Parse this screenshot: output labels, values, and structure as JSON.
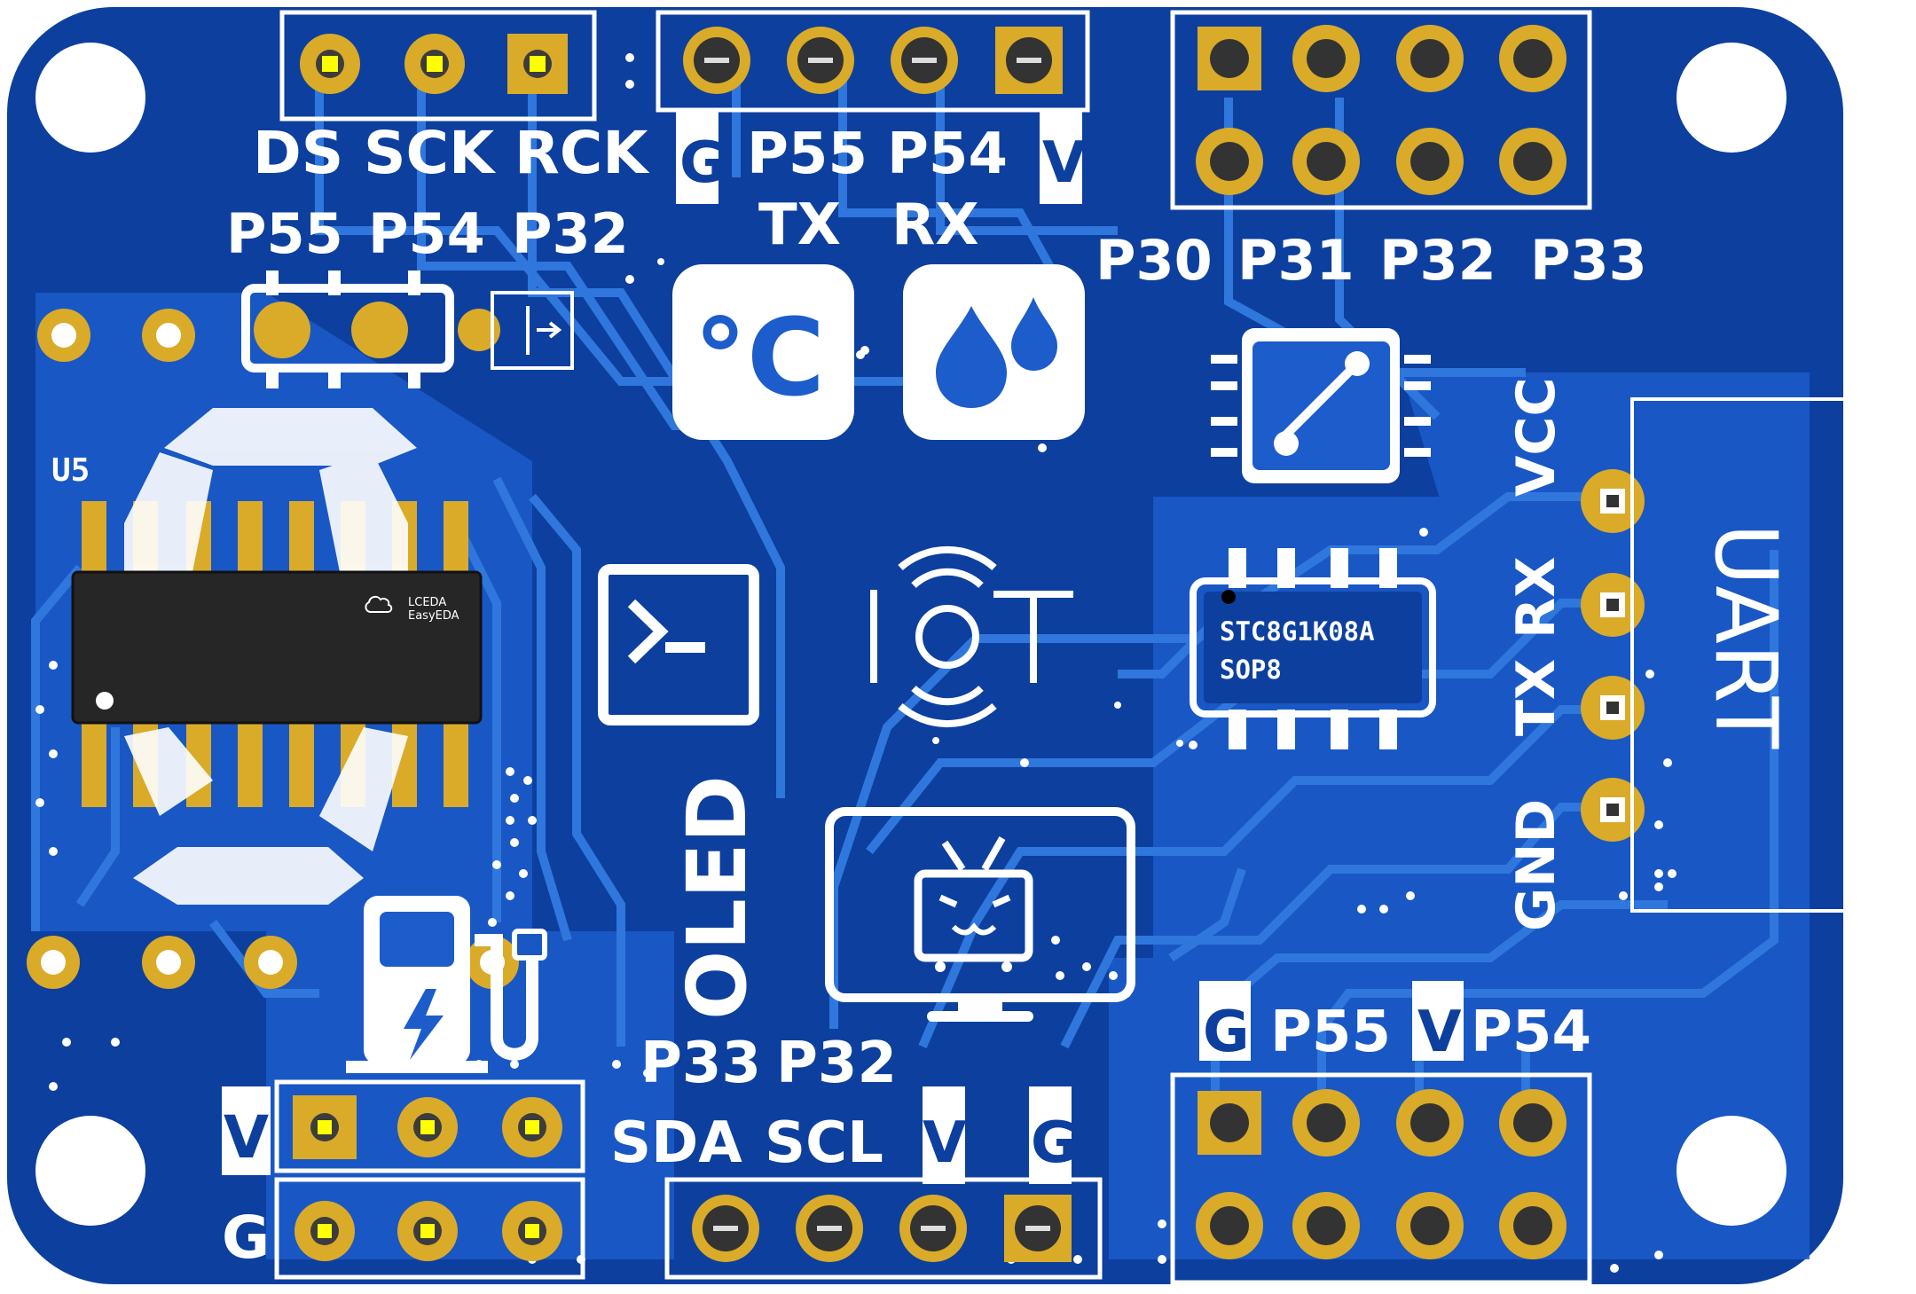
{
  "board": {
    "colors": {
      "board": "#0d3f9e",
      "copper": "#1c62cf",
      "trace": "#2a72d8",
      "pad": "#d9ab29",
      "silk": "#ffffff",
      "chip": "#262626"
    },
    "designator_u5": "U5",
    "logo_line1": "LCEDA",
    "logo_line2": "EasyEDA"
  },
  "header_595": {
    "labels": [
      "DS",
      "SCK",
      "RCK"
    ],
    "pins": [
      "P55",
      "P54",
      "P32"
    ]
  },
  "header_uart_top": {
    "labels": [
      "G",
      "P55",
      "P54",
      "V"
    ],
    "sublabels": [
      "TX",
      "RX"
    ]
  },
  "header_gpio_top": {
    "labels": [
      "P30",
      "P31",
      "P32",
      "P33"
    ]
  },
  "uart": {
    "title": "UART",
    "pins": [
      "GND",
      "TX",
      "RX",
      "VCC"
    ]
  },
  "mcu": {
    "part": "STC8G1K08A",
    "package": "SOP8"
  },
  "center": {
    "iot_text": "IOT",
    "oled_text": "OLED",
    "temp_symbol": "°C"
  },
  "power": {
    "labels": [
      "V",
      "G"
    ]
  },
  "oled_header": {
    "labels": [
      "SDA",
      "SCL",
      "V",
      "G"
    ],
    "pins": [
      "P33",
      "P32"
    ]
  },
  "header_bottom_right": {
    "labels": [
      "G",
      "P55",
      "V",
      "P54"
    ]
  }
}
